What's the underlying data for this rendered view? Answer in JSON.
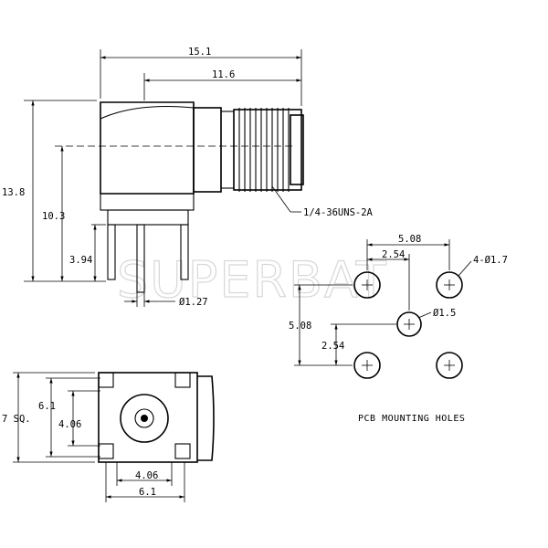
{
  "watermark": "SUPERBAT",
  "side_view": {
    "overall_width": "15.1",
    "body_to_end": "11.6",
    "overall_height": "13.8",
    "center_height": "10.3",
    "pin_height": "3.94",
    "pin_diameter": "Ø1.27",
    "thread_callout": "1/4-36UNS-2A"
  },
  "front_view": {
    "square_label": "7 SQ.",
    "pin_span_outer": "6.1",
    "pin_span_inner": "4.06",
    "bottom_inner": "4.06",
    "bottom_outer": "6.1"
  },
  "pcb_layout": {
    "spacing_x": "5.08",
    "half_spacing_x": "2.54",
    "corner_hole": "4-Ø1.7",
    "center_hole": "Ø1.5",
    "spacing_y": "5.08",
    "half_spacing_y": "2.54",
    "title": "PCB MOUNTING HOLES"
  }
}
